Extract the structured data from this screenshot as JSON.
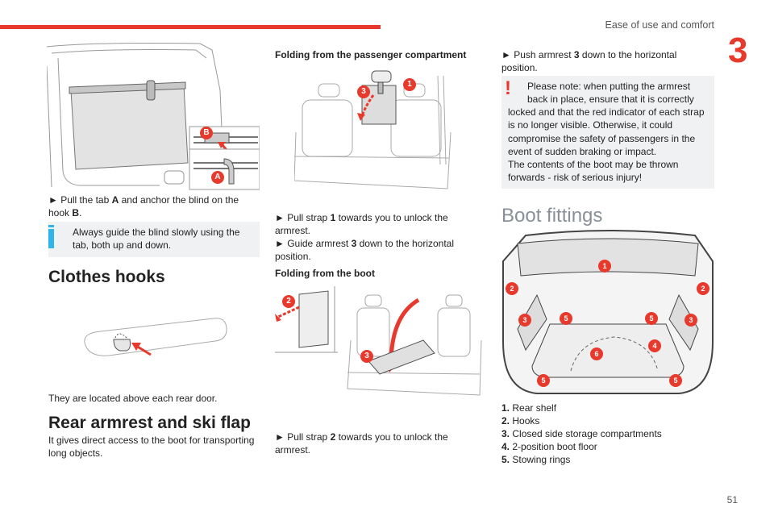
{
  "header": {
    "section": "Ease of use and comfort",
    "chapter": "3"
  },
  "footer": {
    "page": "51"
  },
  "col1": {
    "blind_step": [
      "► Pull the tab ",
      "A",
      " and anchor the blind on the",
      "hook ",
      "B",
      "."
    ],
    "info_note": [
      "Always guide the blind slowly using the",
      "tab, both up and down."
    ],
    "clothes_title": "Clothes hooks",
    "clothes_text": "They are located above each rear door.",
    "armrest_title": "Rear armrest and ski flap",
    "armrest_text": [
      "It gives direct access to the boot for transporting",
      "long objects."
    ],
    "fig_labels": {
      "a": "A",
      "b": "B"
    }
  },
  "col2": {
    "passenger_title": "Folding from the passenger compartment",
    "passenger_steps": [
      [
        "► Pull strap ",
        "1",
        " towards you to unlock the",
        "armrest."
      ],
      [
        "► Guide armrest ",
        "3",
        " down to the horizontal",
        "position."
      ]
    ],
    "boot_title": "Folding from the boot",
    "boot_step": [
      "► Pull strap ",
      "2",
      " towards you to unlock the",
      "armrest."
    ],
    "fig_labels": {
      "one": "1",
      "two": "2",
      "three": "3"
    }
  },
  "col3": {
    "push_step": [
      "► Push armrest ",
      "3",
      " down to the horizontal",
      "position."
    ],
    "warning": [
      "Please note: when putting the armrest",
      "back in place, ensure that it is correctly",
      "locked and that the red indicator of each strap",
      "is no longer visible. Otherwise, it could",
      "compromise the safety of passengers in the",
      "event of sudden braking or impact.",
      "The contents of the boot may be thrown",
      "forwards - risk of serious injury!"
    ],
    "boot_fittings_title": "Boot fittings",
    "list": [
      {
        "num": "1.",
        "text": "Rear shelf"
      },
      {
        "num": "2.",
        "text": "Hooks"
      },
      {
        "num": "3.",
        "text": "Closed side storage compartments"
      },
      {
        "num": "4.",
        "text": "2-position boot floor"
      },
      {
        "num": "5.",
        "text": "Stowing rings"
      }
    ],
    "fig_labels": [
      "1",
      "2",
      "2",
      "3",
      "3",
      "4",
      "5",
      "5",
      "5",
      "5",
      "6"
    ]
  },
  "colors": {
    "accent": "#e8392d",
    "info": "#2eb6e8",
    "note_bg": "#eff1f3"
  }
}
